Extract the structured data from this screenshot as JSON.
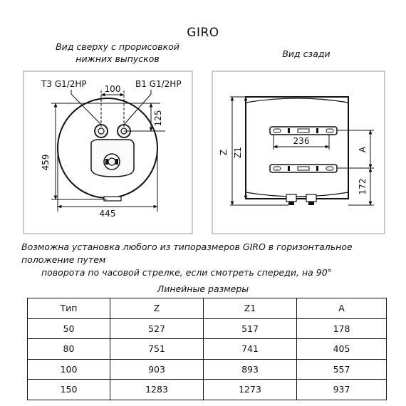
{
  "title": "GIRO",
  "top_view": {
    "caption_line1": "Вид сверху с прорисовкой",
    "caption_line2": "нижних выпусков",
    "label_left": "Т3 G1/2НР",
    "label_right": "В1 G1/2НР",
    "dim_spacing": "100",
    "dim_height": "459",
    "dim_offset": "125",
    "dim_width": "445"
  },
  "rear_view": {
    "caption": "Вид сзади",
    "dim_z": "Z",
    "dim_z1": "Z1",
    "dim_bracket": "236",
    "dim_a": "A",
    "dim_bottom": "172"
  },
  "note_line1": "Возможна установка любого из типоразмеров GIRO в горизонтальное положение путем",
  "note_line2": "поворота по часовой стрелке, если смотреть спереди, на 90°",
  "table_caption": "Линейные размеры",
  "table": {
    "headers": [
      "Тип",
      "Z",
      "Z1",
      "A"
    ],
    "rows": [
      [
        "50",
        "527",
        "517",
        "178"
      ],
      [
        "80",
        "751",
        "741",
        "405"
      ],
      [
        "100",
        "903",
        "893",
        "557"
      ],
      [
        "150",
        "1283",
        "1273",
        "937"
      ]
    ]
  }
}
